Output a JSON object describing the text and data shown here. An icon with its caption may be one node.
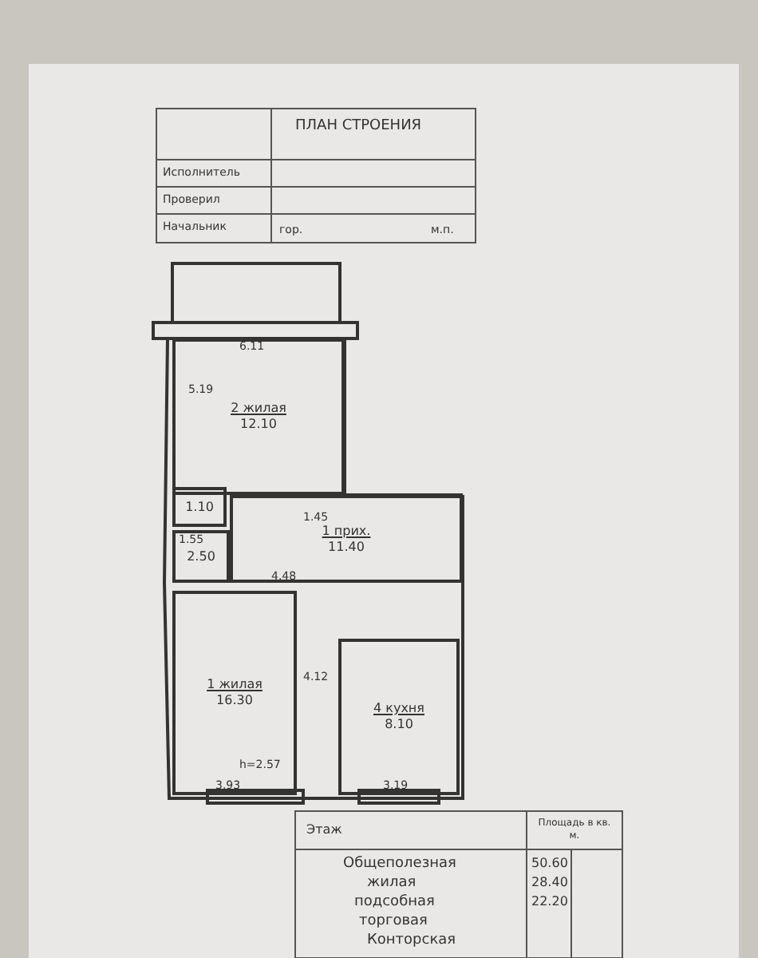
{
  "diagram": {
    "nodes": [
      {
        "text": [
          "2 жилая",
          "12.10"
        ]
      },
      {
        "text": [
          "1.10"
        ]
      },
      {
        "text": [
          "2.50"
        ]
      },
      {
        "text": [
          "1 прих.",
          "11.40"
        ]
      },
      {
        "text": [
          "1 жилая",
          "16.30"
        ]
      },
      {
        "text": [
          "4 кухня",
          "8.10"
        ]
      }
    ],
    "labels": [
      "ПЛАН СТРОЕНИЯ",
      "Исполнитель",
      "Проверил",
      "Начальник",
      "гор.",
      "м.п.",
      "6.11",
      "5.19",
      "1.45",
      "1.55",
      "4.48",
      "4.12",
      "h=2.57",
      "3.93",
      "3.19",
      "Этаж",
      "Площадь в кв. м.",
      "Общеполезная",
      "жилая",
      "подсобная",
      "торговая",
      "Конторская",
      "50.60",
      "28.40",
      "22.20"
    ]
  }
}
